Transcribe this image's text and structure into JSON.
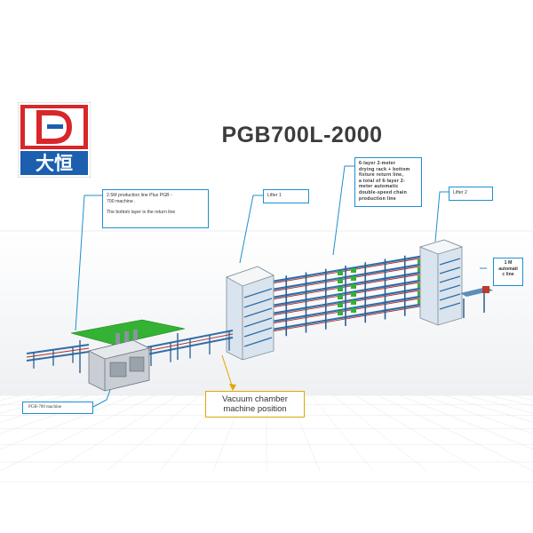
{
  "header": {
    "title": "PGB700L-2000",
    "logo_text": "大恒",
    "logo_letter": "D"
  },
  "callouts": {
    "production_line_line1": "2.5M production line Plus PGB -",
    "production_line_line2": "700 machine .",
    "return_line_note": "The bottom layer is the return line",
    "lifter1": "Lifter 1",
    "lifter2": "Lifter 2",
    "drying_rack_lines": [
      "6-layer 2-meter",
      "drying rack + bottom",
      "fixture return line,",
      "a total of 6-layer 2-",
      "meter automatic",
      "double-speed chain",
      "production line"
    ],
    "automatic_line_lines": [
      "1 M",
      "automati",
      "c line"
    ],
    "vacuum_line1": "Vacuum chamber",
    "vacuum_line2": "machine position",
    "pgb_machine": "PGB-700 machine"
  },
  "colors": {
    "callout_border": "#1d8fd0",
    "vacuum_border": "#e0a800",
    "logo_red": "#d8262b",
    "logo_blue": "#1b5fae",
    "frame_blue": "#2f6fa8",
    "green_panel": "#33b233",
    "rail_red": "#b52a2a"
  }
}
